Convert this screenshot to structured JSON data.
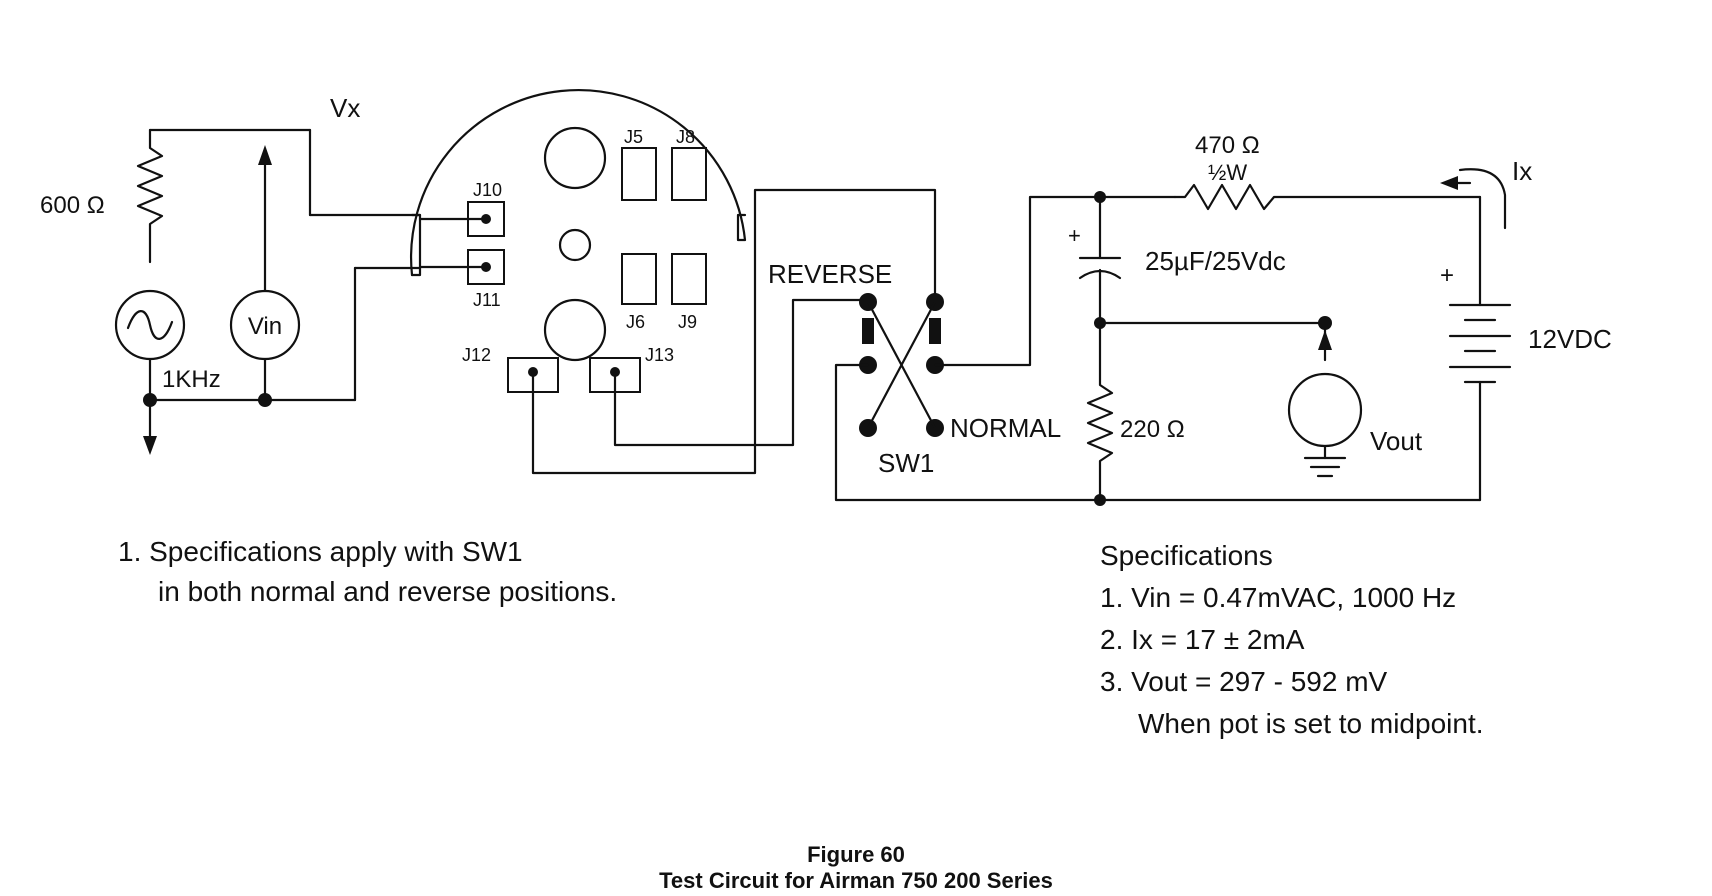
{
  "labels": {
    "vx": "Vx",
    "r600": "600 Ω",
    "source_freq": "1KHz",
    "vin": "Vin",
    "j10": "J10",
    "j11": "J11",
    "j12": "J12",
    "j13": "J13",
    "j5": "J5",
    "j8": "J8",
    "j6": "J6",
    "j9": "J9",
    "reverse": "REVERSE",
    "normal": "NORMAL",
    "sw1": "SW1",
    "r470": "470 Ω",
    "r470_power": "½W",
    "cap": "25µF/25Vdc",
    "cap_plus": "+",
    "r220": "220 Ω",
    "vout": "Vout",
    "battery": "12VDC",
    "battery_plus": "+",
    "ix": "Ix"
  },
  "note": {
    "line1": "1. Specifications apply with SW1",
    "line2": "in both normal and reverse positions."
  },
  "specs": {
    "title": "Specifications",
    "line1": "1. Vin = 0.47mVAC, 1000 Hz",
    "line2": "2. Ix = 17 ± 2mA",
    "line3": "3. Vout = 297 - 592 mV",
    "line4": "When pot is set to midpoint."
  },
  "caption": {
    "figure": "Figure 60",
    "title": "Test Circuit for Airman 750 200 Series"
  }
}
